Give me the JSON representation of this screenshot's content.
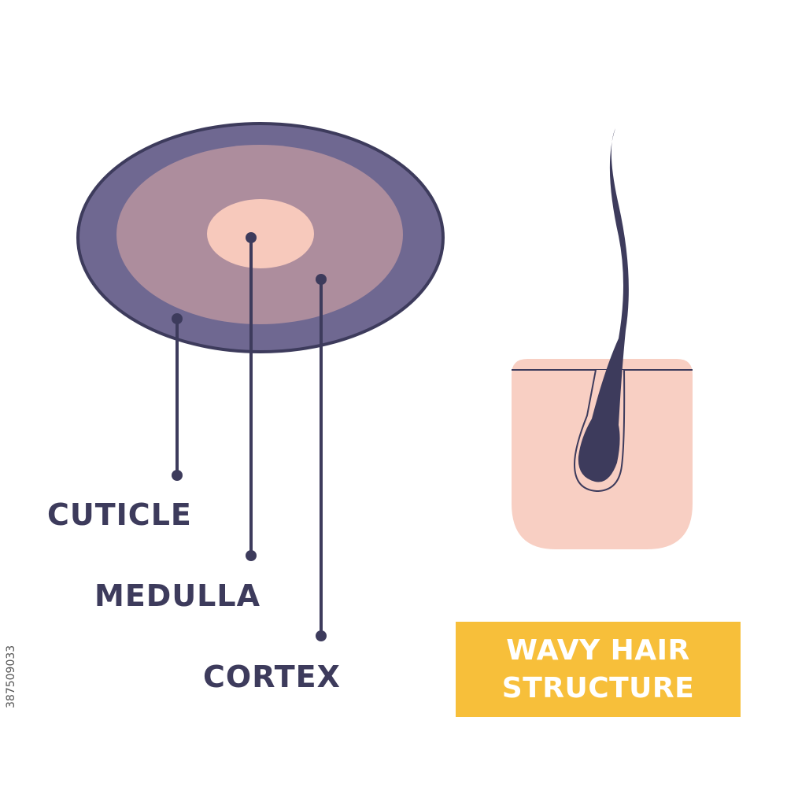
{
  "labels": {
    "cuticle": "CUTICLE",
    "medulla": "MEDULLA",
    "cortex": "CORTEX"
  },
  "title": {
    "line1": "WAVY HAIR",
    "line2": "STRUCTURE"
  },
  "stock_id": "387509033",
  "colors": {
    "cuticle": "#6f6891",
    "cortex": "#ad8d9d",
    "medulla": "#f7c9bc",
    "outline": "#3d3b5c",
    "skin": "#f8cfc3",
    "hair": "#3d3b5c",
    "title_bg": "#f7bf3a"
  }
}
